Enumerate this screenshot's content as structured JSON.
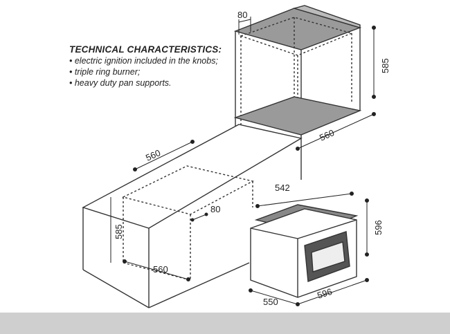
{
  "specs": {
    "title": "TECHNICAL CHARACTERISTICS:",
    "items": [
      "• electric ignition included in the knobs;",
      "• triple ring burner;",
      "• heavy duty pan supports."
    ]
  },
  "dimensions": {
    "column_vent_width": "80",
    "column_height": "585",
    "column_depth": "560",
    "counter_depth": "560",
    "counter_height": "585",
    "counter_vent_width": "80",
    "counter_width": "560",
    "oven_top_depth": "542",
    "oven_height": "596",
    "oven_width": "596",
    "oven_depth": "550"
  }
}
